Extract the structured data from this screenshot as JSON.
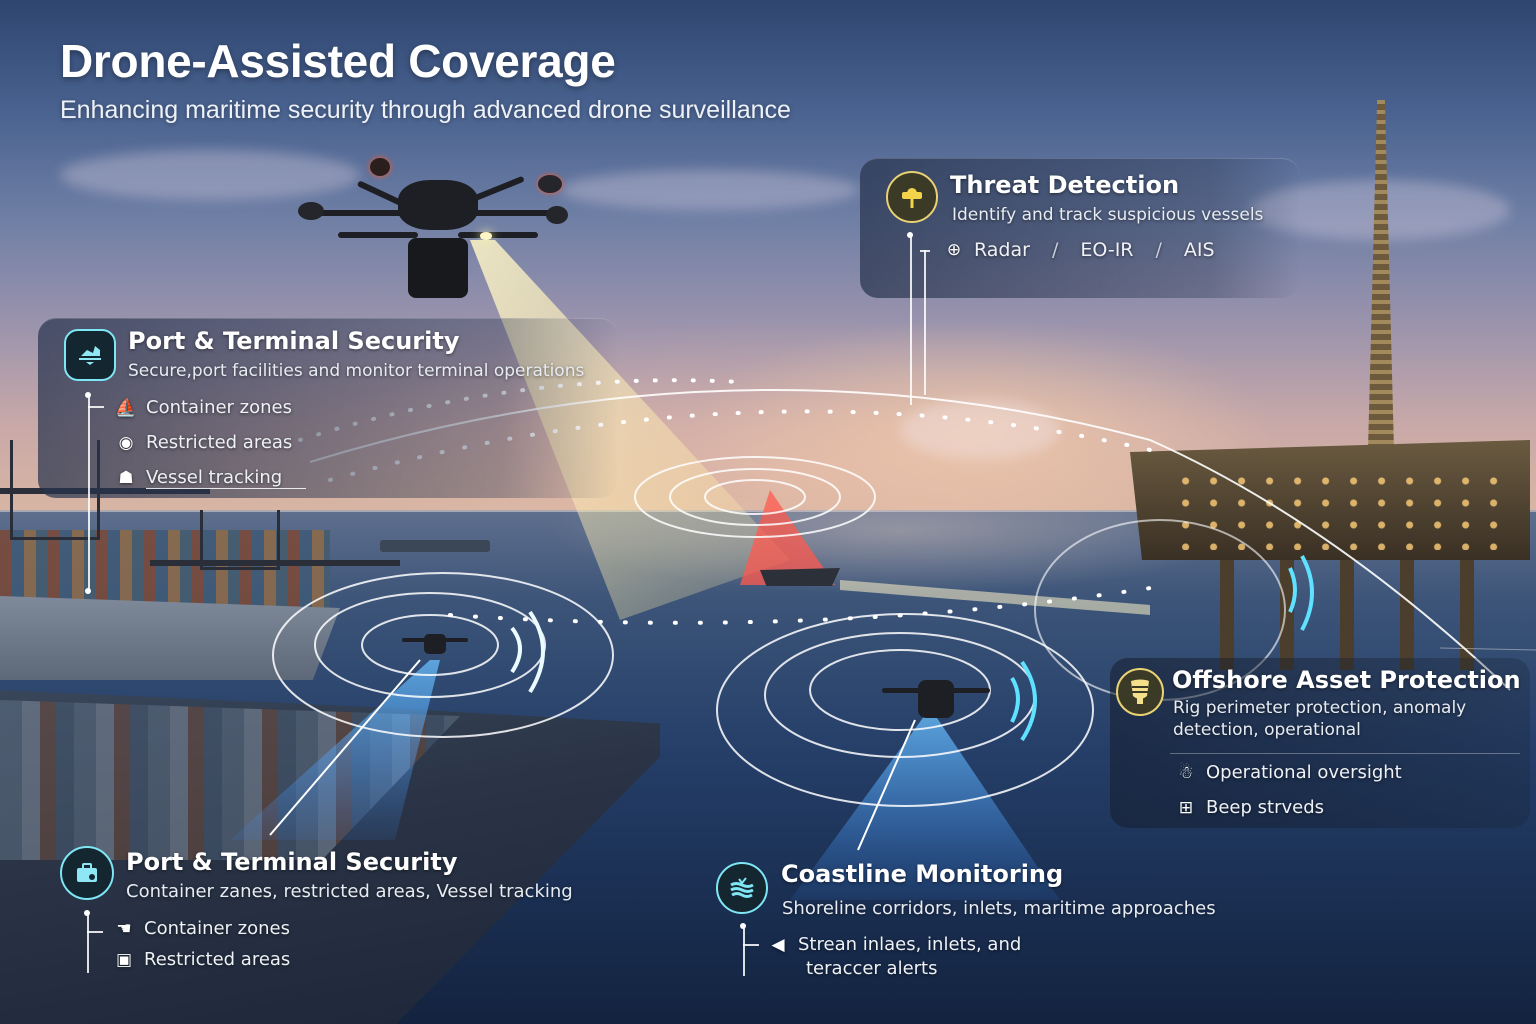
{
  "header": {
    "title": "Drone-Assisted Coverage",
    "subtitle": "Enhancing maritime security through advanced drone surveillance"
  },
  "panels": {
    "threat_detection": {
      "icon": "target-crosshair-icon",
      "title": "Threat Detection",
      "description": "Identify and track suspicious vessels",
      "sensors": [
        "Radar",
        "EO-IR",
        "AIS"
      ],
      "sensor_icon": "crosshair-icon",
      "separator": "/"
    },
    "port_terminal_top": {
      "icon": "ship-port-icon",
      "title": "Port & Terminal Security",
      "description": "Secure,port facilities and monitor terminal operations",
      "items": [
        {
          "icon": "container-icon",
          "label": "Container zones"
        },
        {
          "icon": "restricted-icon",
          "label": "Restricted areas"
        },
        {
          "icon": "tracking-icon",
          "label": "Vessel tracking"
        }
      ]
    },
    "port_terminal_bottom": {
      "icon": "toolbox-icon",
      "title": "Port & Terminal Security",
      "description": "Container zanes, restricted areas,  Vessel tracking",
      "items": [
        {
          "icon": "crane-icon",
          "label": "Container zones"
        },
        {
          "icon": "camera-icon",
          "label": "Restricted areas"
        }
      ]
    },
    "coastline": {
      "icon": "waves-icon",
      "title": "Coastline Monitoring",
      "description": "Shoreline corridors, inlets,  maritime approaches",
      "items": [
        {
          "icon": "alert-horn-icon",
          "label_line1": "Strean inlaes, inlets, and",
          "label_line2": "teraccer alerts"
        }
      ]
    },
    "offshore": {
      "icon": "shield-icon",
      "title": "Offshore Asset Protection",
      "description_line1": "Rig perimeter protection, anomaly",
      "description_line2": "detection, operational",
      "items": [
        {
          "icon": "operator-icon",
          "label": "Operational oversight"
        },
        {
          "icon": "grid-icon",
          "label": "Beep strveds"
        }
      ]
    }
  },
  "colors": {
    "accent_cyan": "#5fe2ff",
    "accent_gold": "#e9d274",
    "threat_red": "#ff5a4e",
    "beam_yellow": "#fff2b0",
    "beam_blue": "#4aa8ff"
  }
}
